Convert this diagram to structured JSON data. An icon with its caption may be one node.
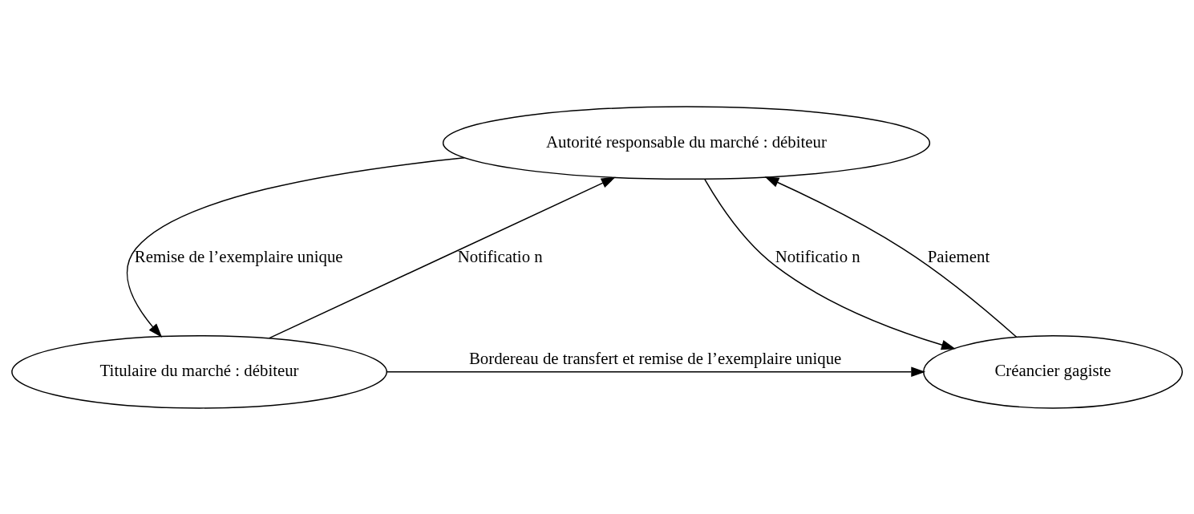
{
  "diagram": {
    "nodes": [
      {
        "text": [
          "Autorité responsable du marché : débiteur"
        ]
      },
      {
        "text": [
          "Titulaire du marché : débiteur"
        ]
      },
      {
        "text": [
          "Créancier gagiste"
        ]
      }
    ],
    "edges": [
      {
        "from": 0,
        "to": 1,
        "arrow": "to",
        "label": "Remise de l’exemplaire unique"
      },
      {
        "from": 1,
        "to": 0,
        "arrow": "to",
        "label": "Notificatio n"
      },
      {
        "from": 2,
        "to": 0,
        "arrow": "to",
        "label": "Paiement"
      },
      {
        "from": 0,
        "to": 2,
        "arrow": "to",
        "label": "Notificatio n"
      },
      {
        "from": 1,
        "to": 2,
        "arrow": "to",
        "label": "Bordereau de transfert et remise de l’exemplaire unique"
      }
    ]
  }
}
